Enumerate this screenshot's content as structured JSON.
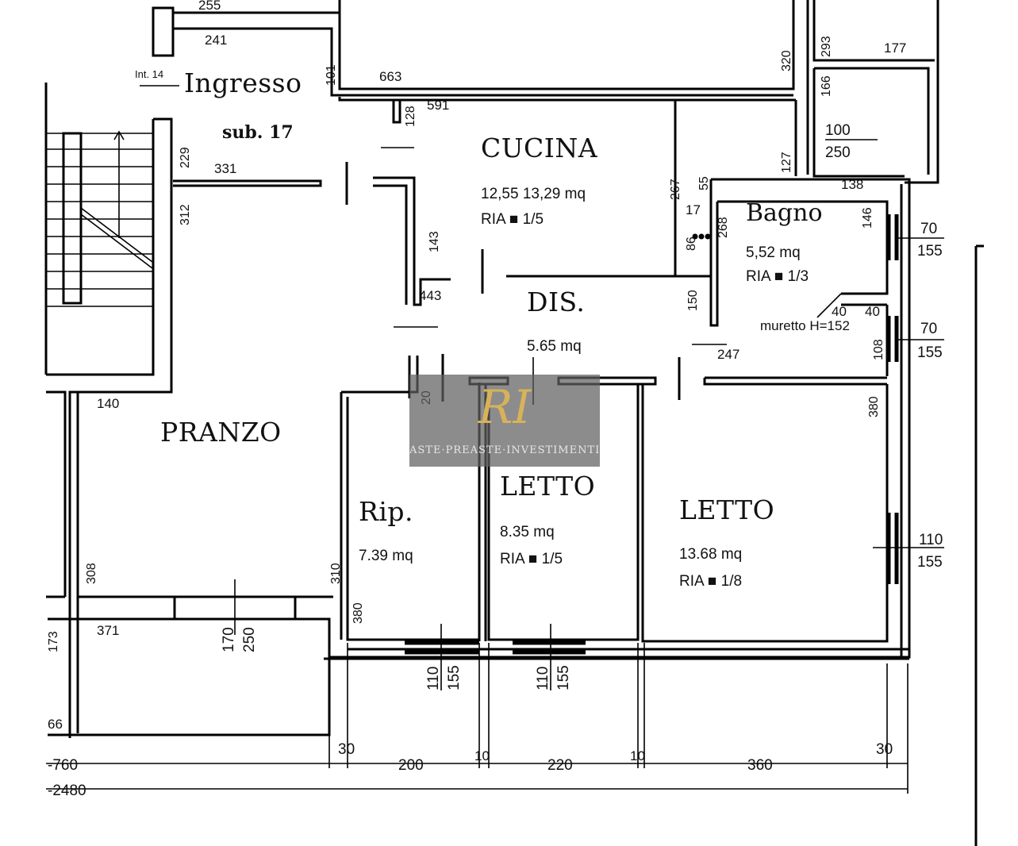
{
  "rooms": {
    "ingresso": "Ingresso",
    "sub": "sub. 17",
    "int": "Int. 14",
    "cucina": "CUCINA",
    "cucina_area": "12,55   13,29 mq",
    "cucina_ria": "RIA ■ 1/5",
    "bagno": "Bagno",
    "bagno_area": "5,52 mq",
    "bagno_ria": "RIA ■ 1/3",
    "dis": "DIS.",
    "dis_area": "5.65 mq",
    "pranzo": "PRANZO",
    "rip": "Rip.",
    "rip_area": "7.39 mq",
    "letto1": "LETTO",
    "letto1_area": "8.35 mq",
    "letto1_ria": "RIA ■ 1/5",
    "letto2": "LETTO",
    "letto2_area": "13.68 mq",
    "letto2_ria": "RIA ■ 1/8",
    "muretto": "muretto  H=152"
  },
  "dims": {
    "d255": "255",
    "d241": "241",
    "d101": "101",
    "d663": "663",
    "d128": "128",
    "d591": "591",
    "d320": "320",
    "d293": "293",
    "d177": "177",
    "d166": "166",
    "d100": "100",
    "d250a": "250",
    "d127": "127",
    "d138": "138",
    "d229": "229",
    "d331": "331",
    "d312": "312",
    "d143": "143",
    "d443": "443",
    "d267": "267",
    "d55": "55",
    "d17": "17",
    "d86": "86",
    "d268": "268",
    "d146": "146",
    "d70a": "70",
    "d155a": "155",
    "d150": "150",
    "d40a": "40",
    "d40b": "40",
    "d70b": "70",
    "d155b": "155",
    "d108": "108",
    "d247": "247",
    "d140": "140",
    "d20": "20",
    "d380a": "380",
    "d110a": "110",
    "d155c": "155",
    "d308": "308",
    "d310": "310",
    "d380b": "380",
    "d371": "371",
    "d173": "173",
    "d170": "170",
    "d250b": "250",
    "d110b": "110",
    "d155d": "155",
    "d110c": "110",
    "d155e": "155",
    "d66": "66",
    "d30a": "30",
    "d10a": "10",
    "d10b": "10",
    "d30b": "30",
    "d760": "-760",
    "d200": "200",
    "d220": "220",
    "d360": "360",
    "d2480": "-2480"
  },
  "watermark": {
    "mark": "RI",
    "text": "ASTE·PREASTE·INVESTIMENTI"
  }
}
